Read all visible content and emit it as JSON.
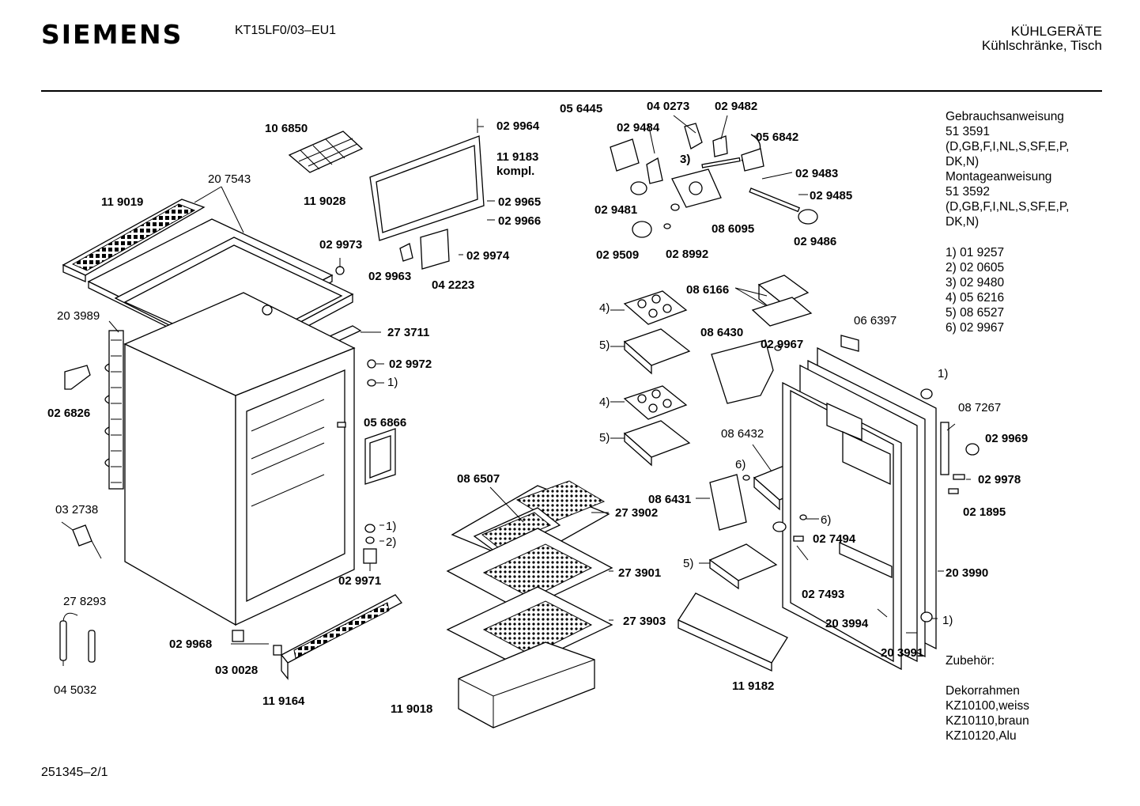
{
  "header": {
    "brand": "SIEMENS",
    "model": "KT15LF0/03–EU1",
    "category": "KÜHLGERÄTE",
    "subcategory": "Kühlschränke, Tisch"
  },
  "sidebar": {
    "manuals": [
      "Gebrauchsanweisung",
      "51 3591",
      "(D,GB,F,I,NL,S,SF,E,P,",
      "DK,N)",
      "Montageanweisung",
      "51 3592",
      "(D,GB,F,I,NL,S,SF,E,P,",
      "DK,N)"
    ],
    "refs": [
      "1)  01 9257",
      "2)  02 0605",
      "3)  02 9480",
      "4)  05 6216",
      "5)  08 6527",
      "6)  02 9967"
    ],
    "accessories_title": "Zubehör:",
    "accessories": [
      "Dekorrahmen",
      "KZ10100,weiss",
      "KZ10110,braun",
      "KZ10120,Alu"
    ]
  },
  "document_ref": "251345–2/1",
  "labels": {
    "p106850": "10 6850",
    "p207543": "20 7543",
    "p119019": "11 9019",
    "p119028": "11 9028",
    "p029964": "02 9964",
    "p119183": "11 9183",
    "kompl": "kompl.",
    "p029965": "02 9965",
    "p029966": "02 9966",
    "p029973": "02 9973",
    "p029974": "02 9974",
    "p029963": "02 9963",
    "p042223": "04 2223",
    "p203989": "20 3989",
    "p273711": "27 3711",
    "p029972": "02 9972",
    "r1a": "1)",
    "p026826": "02 6826",
    "p056866": "05 6866",
    "p032738": "03 2738",
    "r1b": "1)",
    "r2a": "2)",
    "p029971": "02 9971",
    "p278293": "27 8293",
    "p029968": "02 9968",
    "p030028": "03 0028",
    "p045032": "04 5032",
    "p119164": "11 9164",
    "p086507": "08 6507",
    "p273902": "27 3902",
    "p273901": "27 3901",
    "p273903": "27 3903",
    "p119018": "11 9018",
    "p056445": "05 6445",
    "p040273": "04 0273",
    "p029482": "02 9482",
    "p029484": "02 9484",
    "p056842": "05 6842",
    "r3a": "3)",
    "p029483": "02 9483",
    "p029485": "02 9485",
    "p029481": "02 9481",
    "p086095": "08 6095",
    "p029486": "02 9486",
    "p029509": "02 9509",
    "p028992": "02 8992",
    "p086166": "08 6166",
    "r4a": "4)",
    "r5a": "5)",
    "p086430": "08 6430",
    "p029967": "02 9967",
    "p066397": "06 6397",
    "r4b": "4)",
    "r5b": "5)",
    "r1c": "1)",
    "p087267": "08 7267",
    "p029969": "02 9969",
    "p029978": "02 9978",
    "p021895": "02 1895",
    "p086432": "08 6432",
    "r6a": "6)",
    "p086431": "08 6431",
    "r6b": "6)",
    "p027494": "02 7494",
    "r5c": "5)",
    "p203990": "20 3990",
    "p027493": "02 7493",
    "p203994": "20 3994",
    "r1d": "1)",
    "p203991": "20 3991",
    "p119182": "11 9182"
  }
}
